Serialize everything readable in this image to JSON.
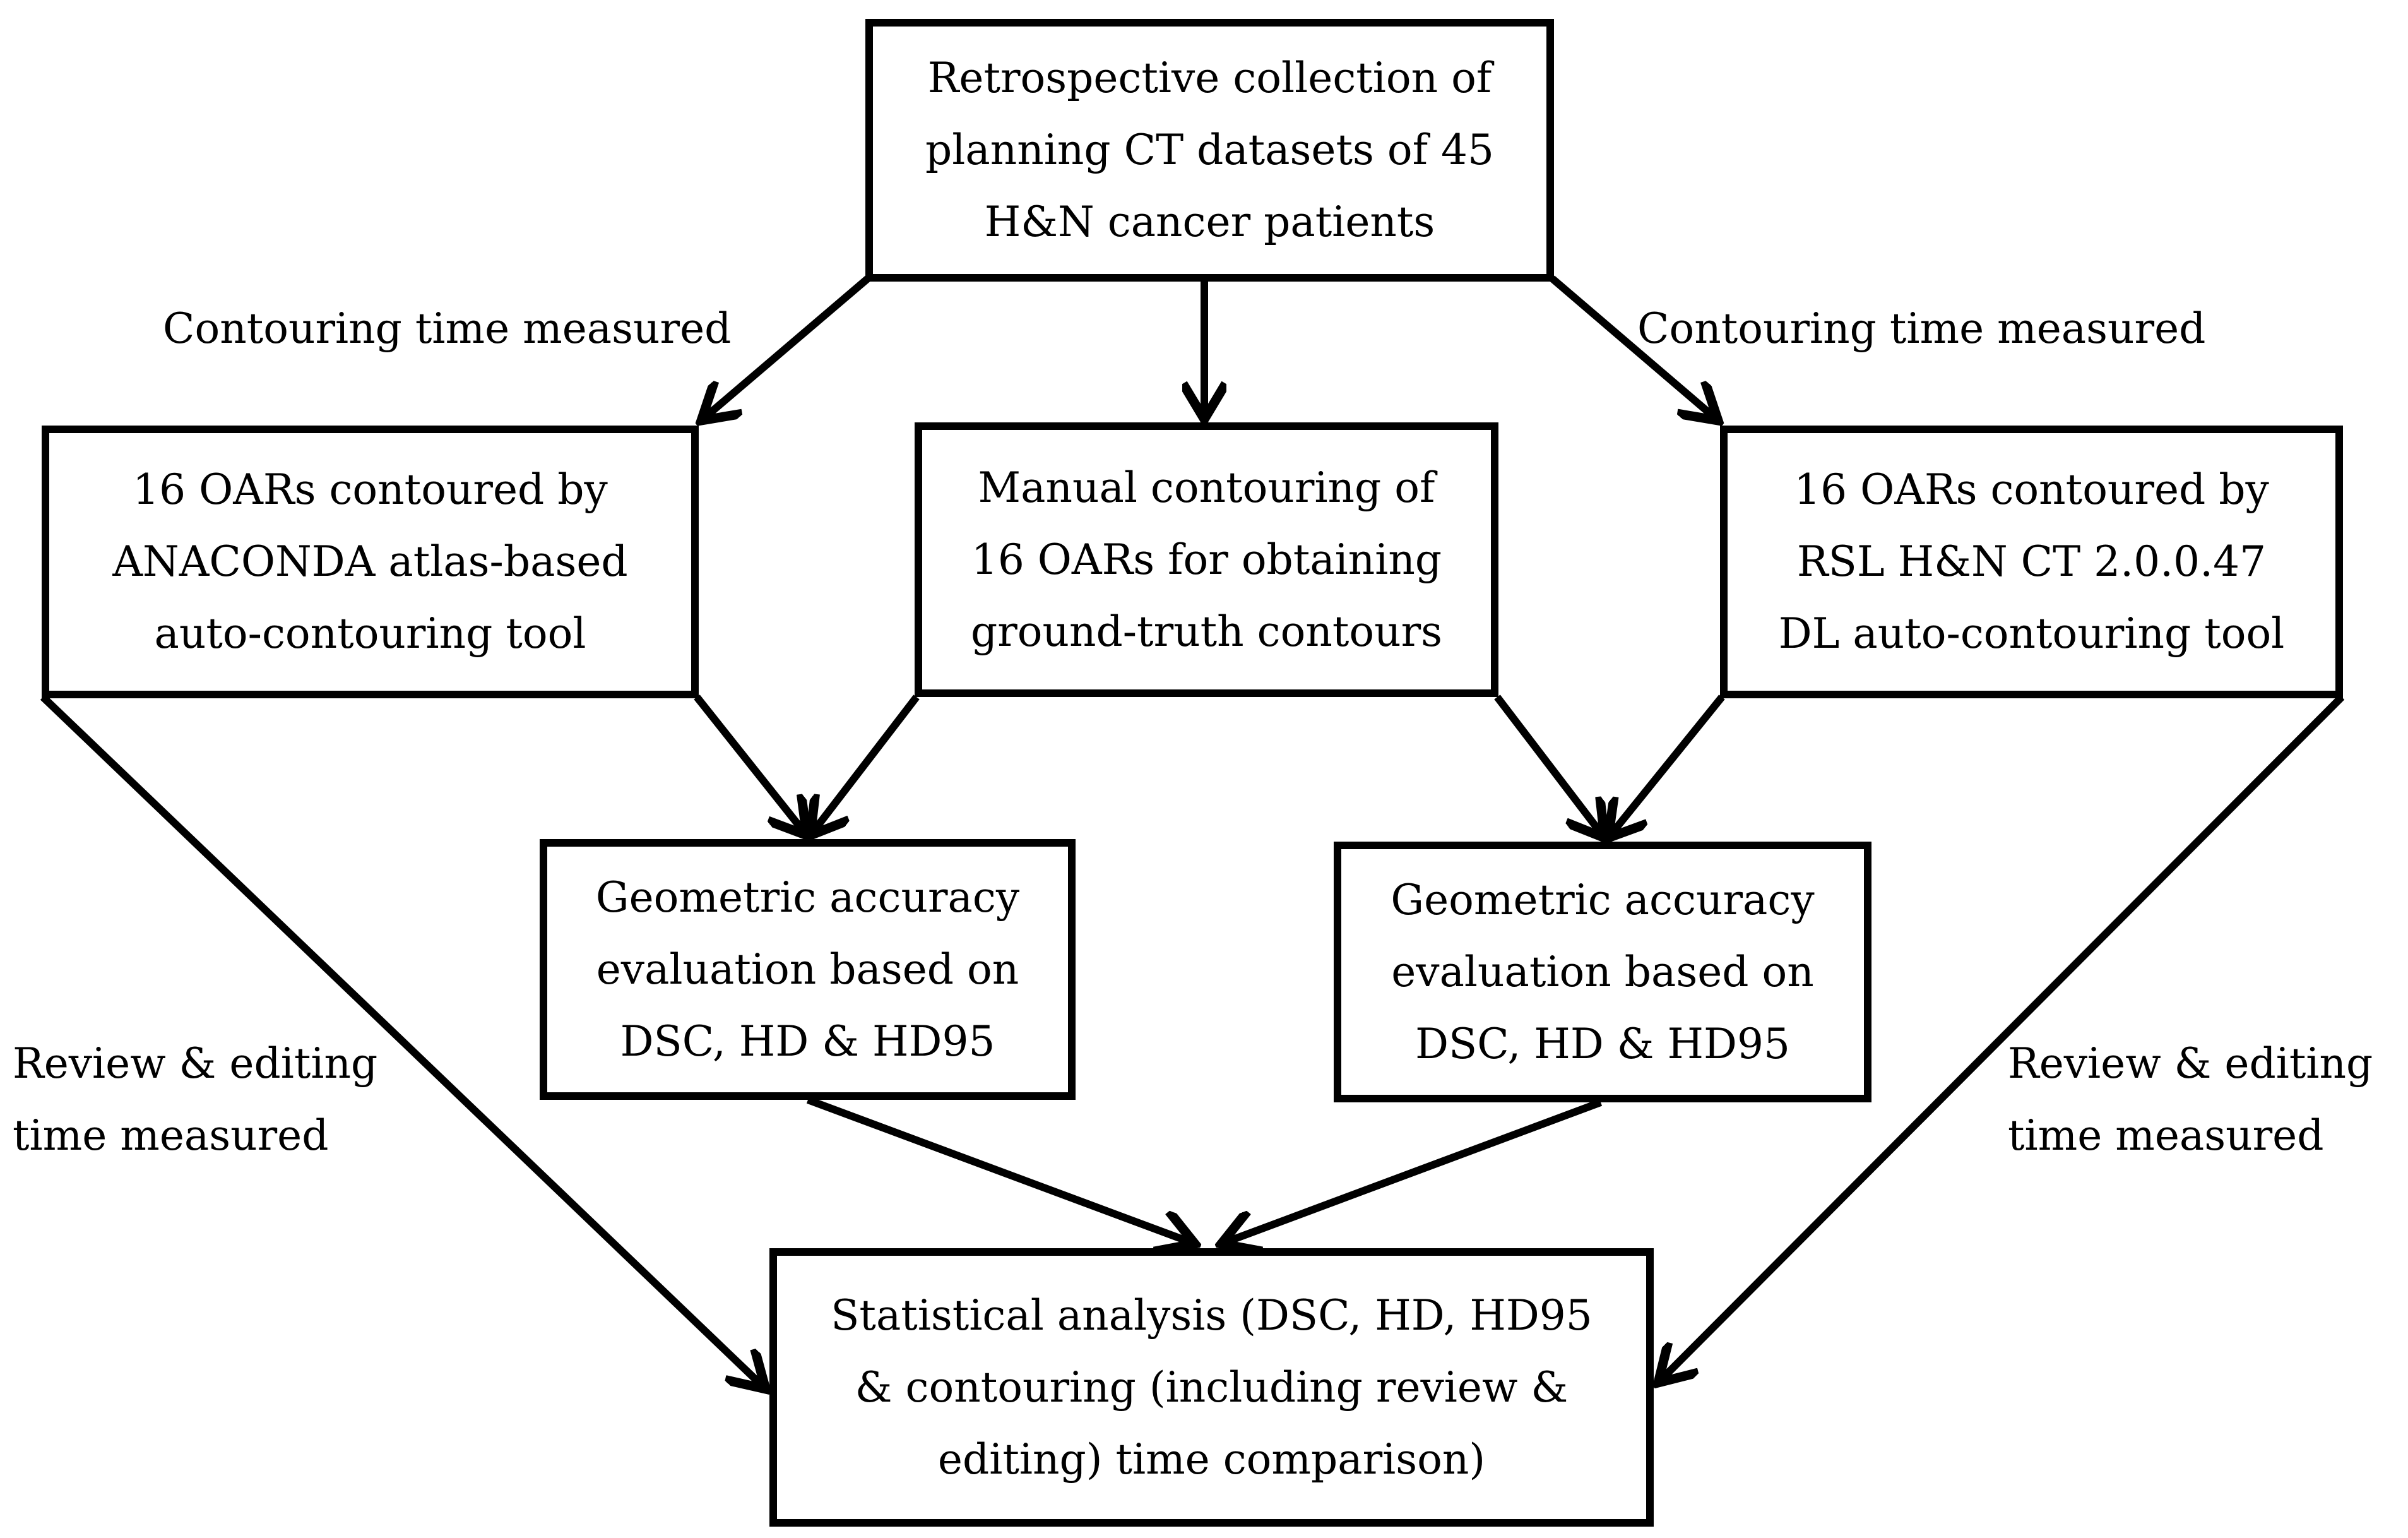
{
  "diagram": {
    "nodes": {
      "source": {
        "lines": [
          "Retrospective collection of",
          "planning CT datasets of 45",
          "H&N cancer patients"
        ]
      },
      "atlas": {
        "lines": [
          "16 OARs contoured by",
          "ANACONDA atlas-based",
          "auto-contouring tool"
        ]
      },
      "manual": {
        "lines": [
          "Manual contouring of",
          "16 OARs for obtaining",
          "ground-truth contours"
        ]
      },
      "dl": {
        "lines": [
          "16 OARs contoured by",
          "RSL H&N CT 2.0.0.47",
          "DL auto-contouring tool"
        ]
      },
      "geo_left": {
        "lines": [
          "Geometric accuracy",
          "evaluation based on",
          "DSC, HD & HD95"
        ]
      },
      "geo_right": {
        "lines": [
          "Geometric accuracy",
          "evaluation based on",
          "DSC, HD & HD95"
        ]
      },
      "stats": {
        "lines": [
          "Statistical analysis (DSC, HD, HD95",
          "& contouring (including review &",
          "editing) time comparison)"
        ]
      }
    },
    "edge_labels": {
      "time_left": "Contouring time measured",
      "time_right": "Contouring time measured",
      "review_left": [
        "Review & editing",
        "time measured"
      ],
      "review_right": [
        "Review & editing",
        "time measured"
      ]
    },
    "edges": [
      {
        "from": "source",
        "to": "atlas",
        "label": "time_left"
      },
      {
        "from": "source",
        "to": "manual"
      },
      {
        "from": "source",
        "to": "dl",
        "label": "time_right"
      },
      {
        "from": "atlas",
        "to": "geo_left"
      },
      {
        "from": "manual",
        "to": "geo_left"
      },
      {
        "from": "manual",
        "to": "geo_right"
      },
      {
        "from": "dl",
        "to": "geo_right"
      },
      {
        "from": "geo_left",
        "to": "stats"
      },
      {
        "from": "geo_right",
        "to": "stats"
      },
      {
        "from": "atlas",
        "to": "stats",
        "label": "review_left"
      },
      {
        "from": "dl",
        "to": "stats",
        "label": "review_right"
      }
    ],
    "colors": {
      "stroke": "#000000",
      "background": "#ffffff"
    }
  }
}
